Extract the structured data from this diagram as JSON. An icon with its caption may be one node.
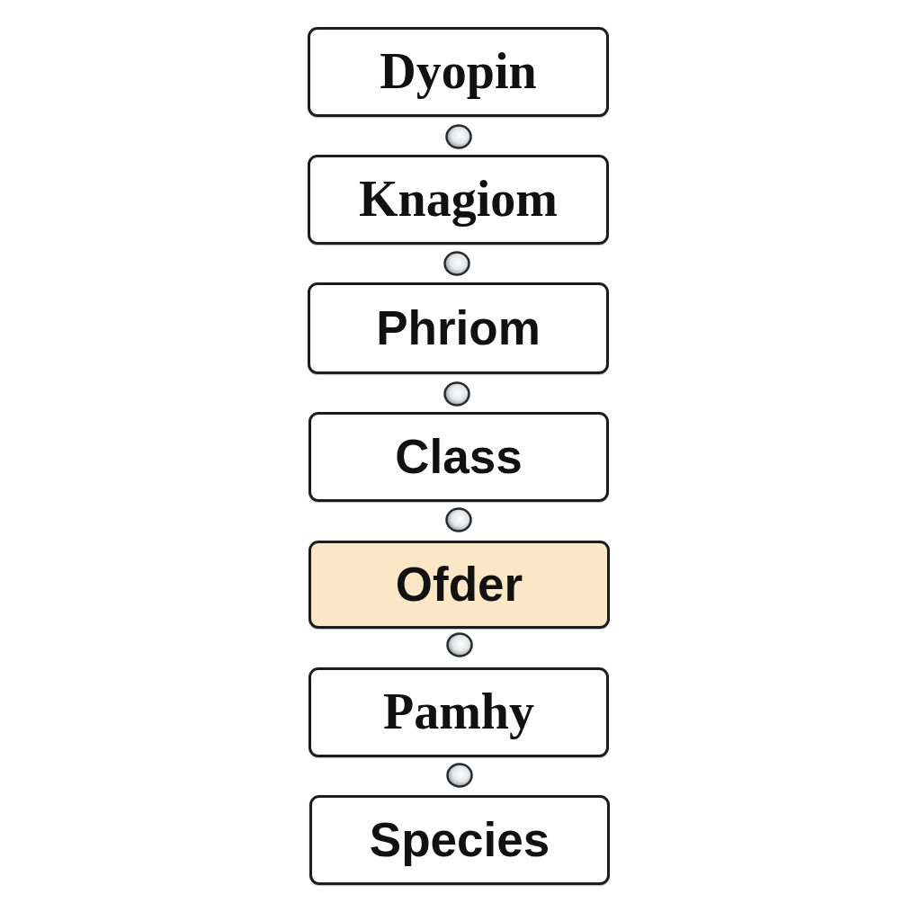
{
  "diagram": {
    "nodes": [
      {
        "text": [
          "Dyopin"
        ]
      },
      {
        "text": [],
        "shape": "circle"
      },
      {
        "text": [
          "Knagiom"
        ]
      },
      {
        "text": [],
        "shape": "circle"
      },
      {
        "text": [
          "Phriom"
        ]
      },
      {
        "text": [],
        "shape": "circle"
      },
      {
        "text": [
          "Class"
        ]
      },
      {
        "text": [],
        "shape": "circle"
      },
      {
        "text": [
          "Ofder"
        ]
      },
      {
        "text": [],
        "shape": "circle"
      },
      {
        "text": [
          "Pamhy"
        ]
      },
      {
        "text": [],
        "shape": "circle"
      },
      {
        "text": [
          "Species"
        ]
      }
    ]
  }
}
